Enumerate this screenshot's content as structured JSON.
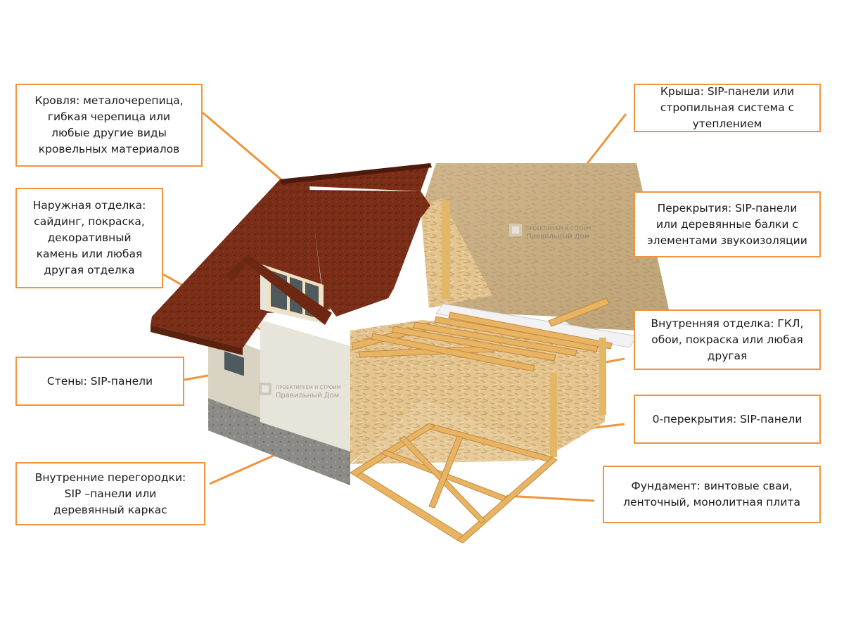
{
  "accent_color": "#F0943D",
  "callouts": {
    "roofing": "Кровля: металочерепица,\nгибкая черепица или\nлюбые другие виды\nкровельных материалов",
    "roof": "Крыша: SIP-панели или\nстропильная система с\nутеплением",
    "exterior_finish": "Наружная отделка:\nсайдинг, покраска,\nдекоративный\nкамень или любая\nдругая отделка",
    "floors": "Перекрытия: SIP-панели\nили деревянные балки с\nэлементами звукоизоляции",
    "interior_finish": "Внутренняя отделка: ГКЛ,\nобои, покраска или любая\nдругая",
    "walls": "Стены: SIP-панели",
    "ground_floor": "0-перекрытия: SIP-панели",
    "partitions": "Внутренние перегородки:\nSIP –панели или\nдеревянный каркас",
    "foundation": "Фундамент: винтовые сваи,\nленточный, монолитная плита"
  },
  "watermark": {
    "line1": "ПРОЕКТИРУЕМ И СТРОИМ",
    "line2": "Правильный Дом"
  },
  "icons": [
    "watermark-logo-icon"
  ]
}
